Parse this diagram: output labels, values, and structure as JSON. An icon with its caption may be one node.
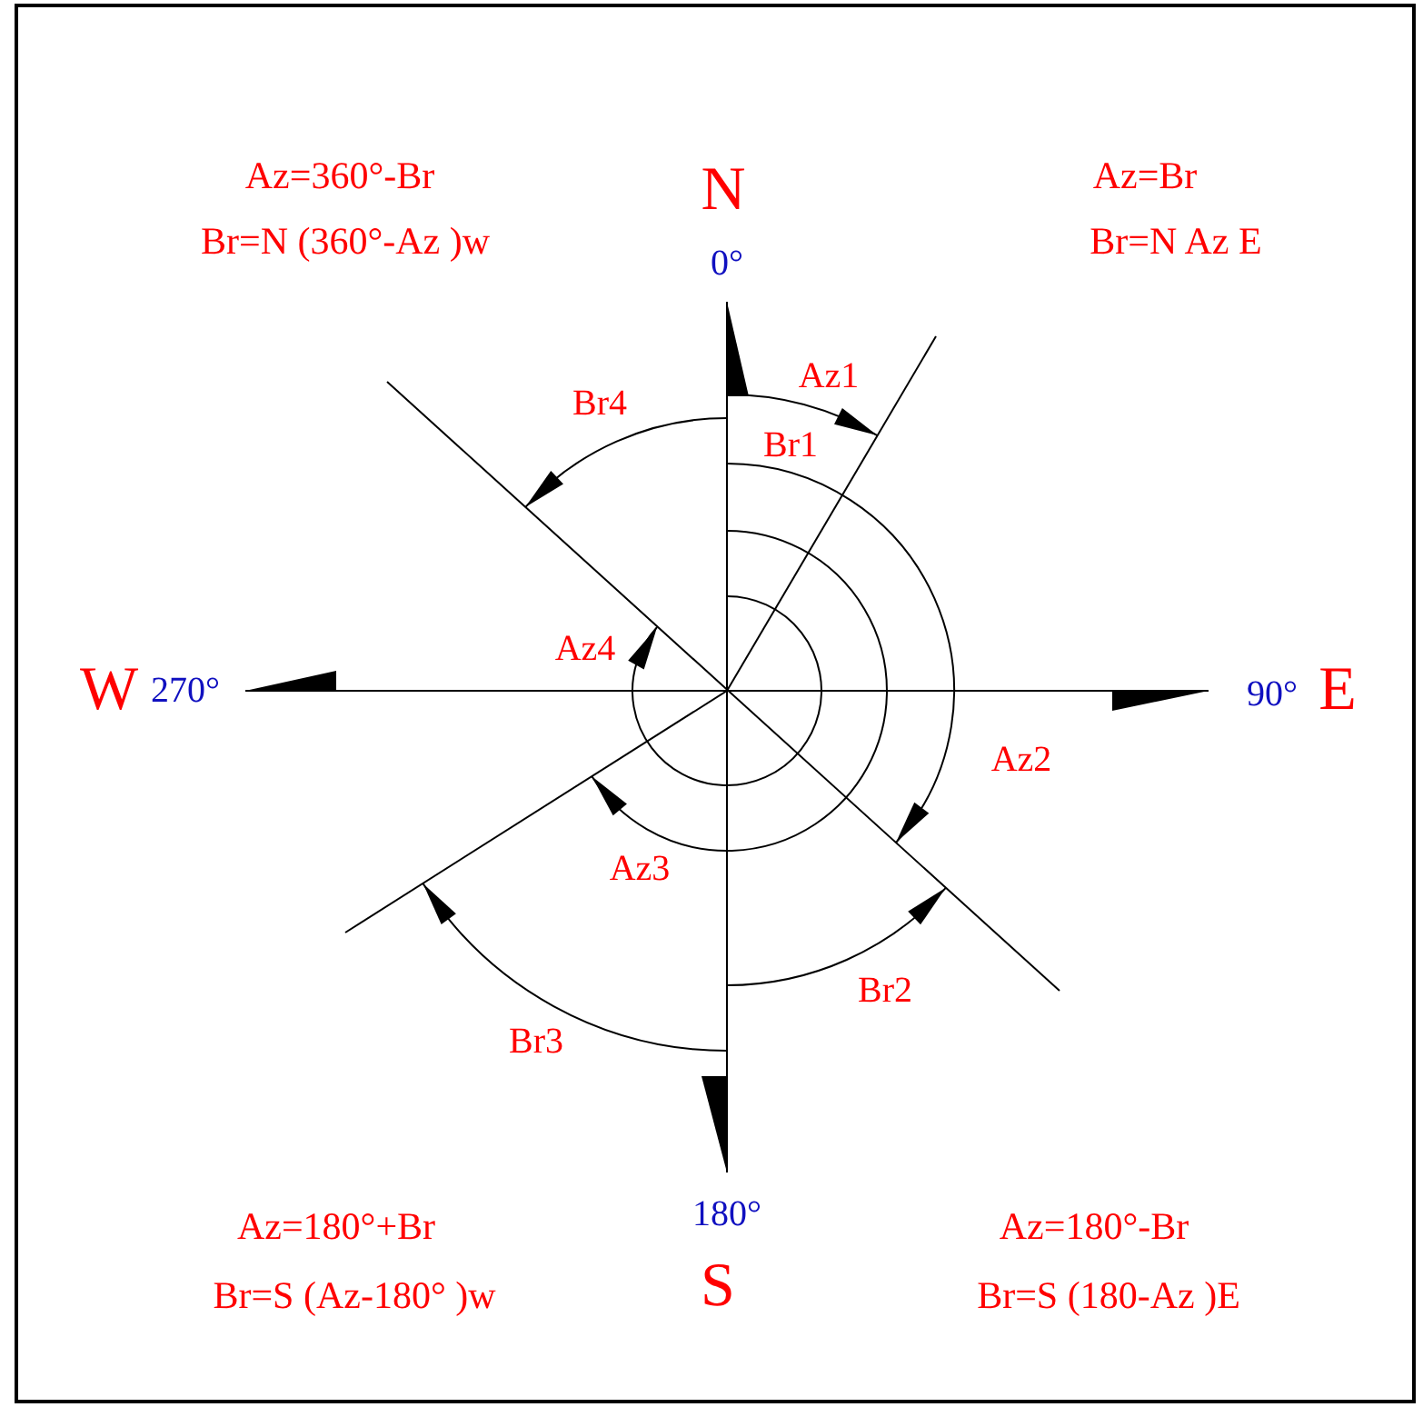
{
  "diagram": {
    "labels": [
      "Az=360°-Br",
      "N",
      "Az=Br",
      "Br=N (360°-Az )w",
      "0°",
      "Br=N Az E",
      "Az1",
      "Br4",
      "Br1",
      "Az4",
      "W",
      "270°",
      "90°",
      "E",
      "Az2",
      "Az3",
      "Br2",
      "Br3",
      "Az=180°+Br",
      "180°",
      "Az=180°-Br",
      "S",
      "Br=S (Az-180° )w",
      "Br=S (180-Az )E"
    ]
  }
}
